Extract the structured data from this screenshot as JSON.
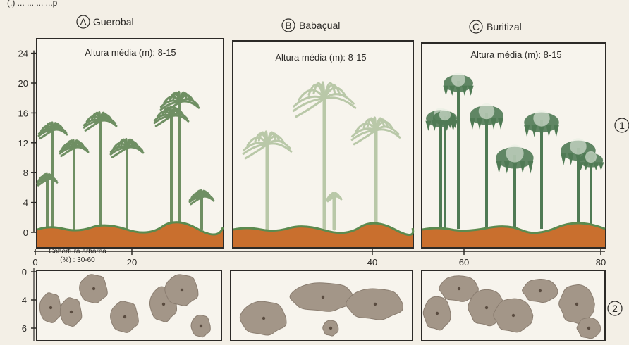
{
  "top_note": "(.) ...  ... ... ...p",
  "panels": [
    {
      "letter": "A",
      "name": "Guerobal",
      "subtitle": "Altura média (m): 8-15"
    },
    {
      "letter": "B",
      "name": "Babaçual",
      "subtitle": "Altura média (m): 8-15"
    },
    {
      "letter": "C",
      "name": "Buritizal",
      "subtitle": "Altura média (m): 8-15"
    }
  ],
  "row_markers": [
    "1",
    "2"
  ],
  "height_axis": {
    "ticks": [
      "24",
      "20",
      "16",
      "12",
      "8",
      "4",
      "0"
    ]
  },
  "bottom_axis": {
    "ticks": [
      "0",
      "20",
      "40",
      "60",
      "80"
    ]
  },
  "canopy_axis": {
    "ticks": [
      "0",
      "4",
      "6"
    ],
    "label_line1": "Cobertura arbórea",
    "label_line2": "(%) : 30-60"
  },
  "colors": {
    "paper": "#f3efe6",
    "ground": "#c96f2e",
    "grass": "#5b8a4f",
    "palm_a": "#6f8f63",
    "palm_b": "#b9c8a8",
    "palm_c": "#4f7a54",
    "blob": "#a39688",
    "frame": "#2c2a27"
  }
}
